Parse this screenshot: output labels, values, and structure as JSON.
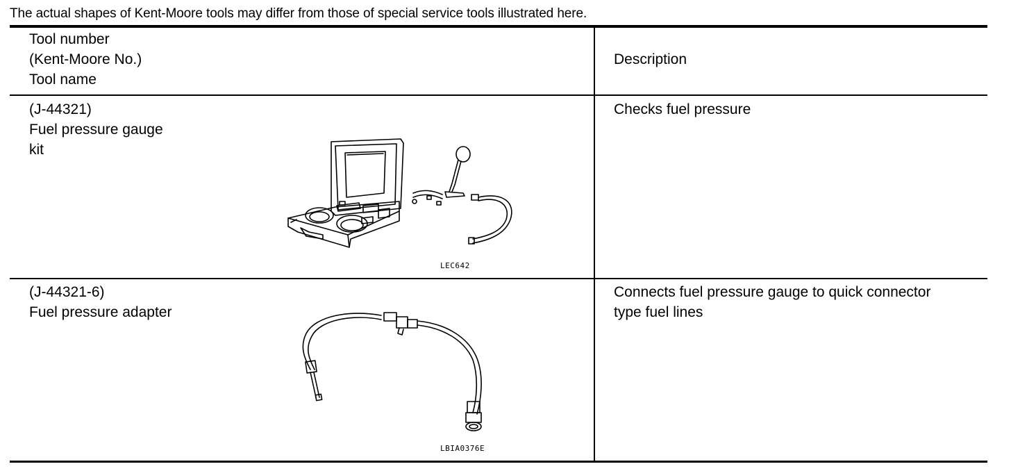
{
  "note": "The actual shapes of Kent-Moore tools may differ from those of special service tools illustrated here.",
  "table": {
    "header": {
      "col1_lines": [
        "Tool number",
        "(Kent-Moore No.)",
        "Tool name"
      ],
      "col2": "Description"
    },
    "rows": [
      {
        "lines": [
          "(J-44321)",
          "Fuel pressure gauge",
          "kit"
        ],
        "description_lines": [
          "Checks fuel pressure"
        ],
        "figure_code": "LEC642",
        "figure_icon": "fuel-pressure-gauge-kit-illustration"
      },
      {
        "lines": [
          "(J-44321-6)",
          "Fuel pressure adapter"
        ],
        "description_lines": [
          "Connects fuel pressure gauge to quick connector",
          "type fuel lines"
        ],
        "figure_code": "LBIA0376E",
        "figure_icon": "fuel-pressure-adapter-hose-illustration"
      }
    ]
  }
}
